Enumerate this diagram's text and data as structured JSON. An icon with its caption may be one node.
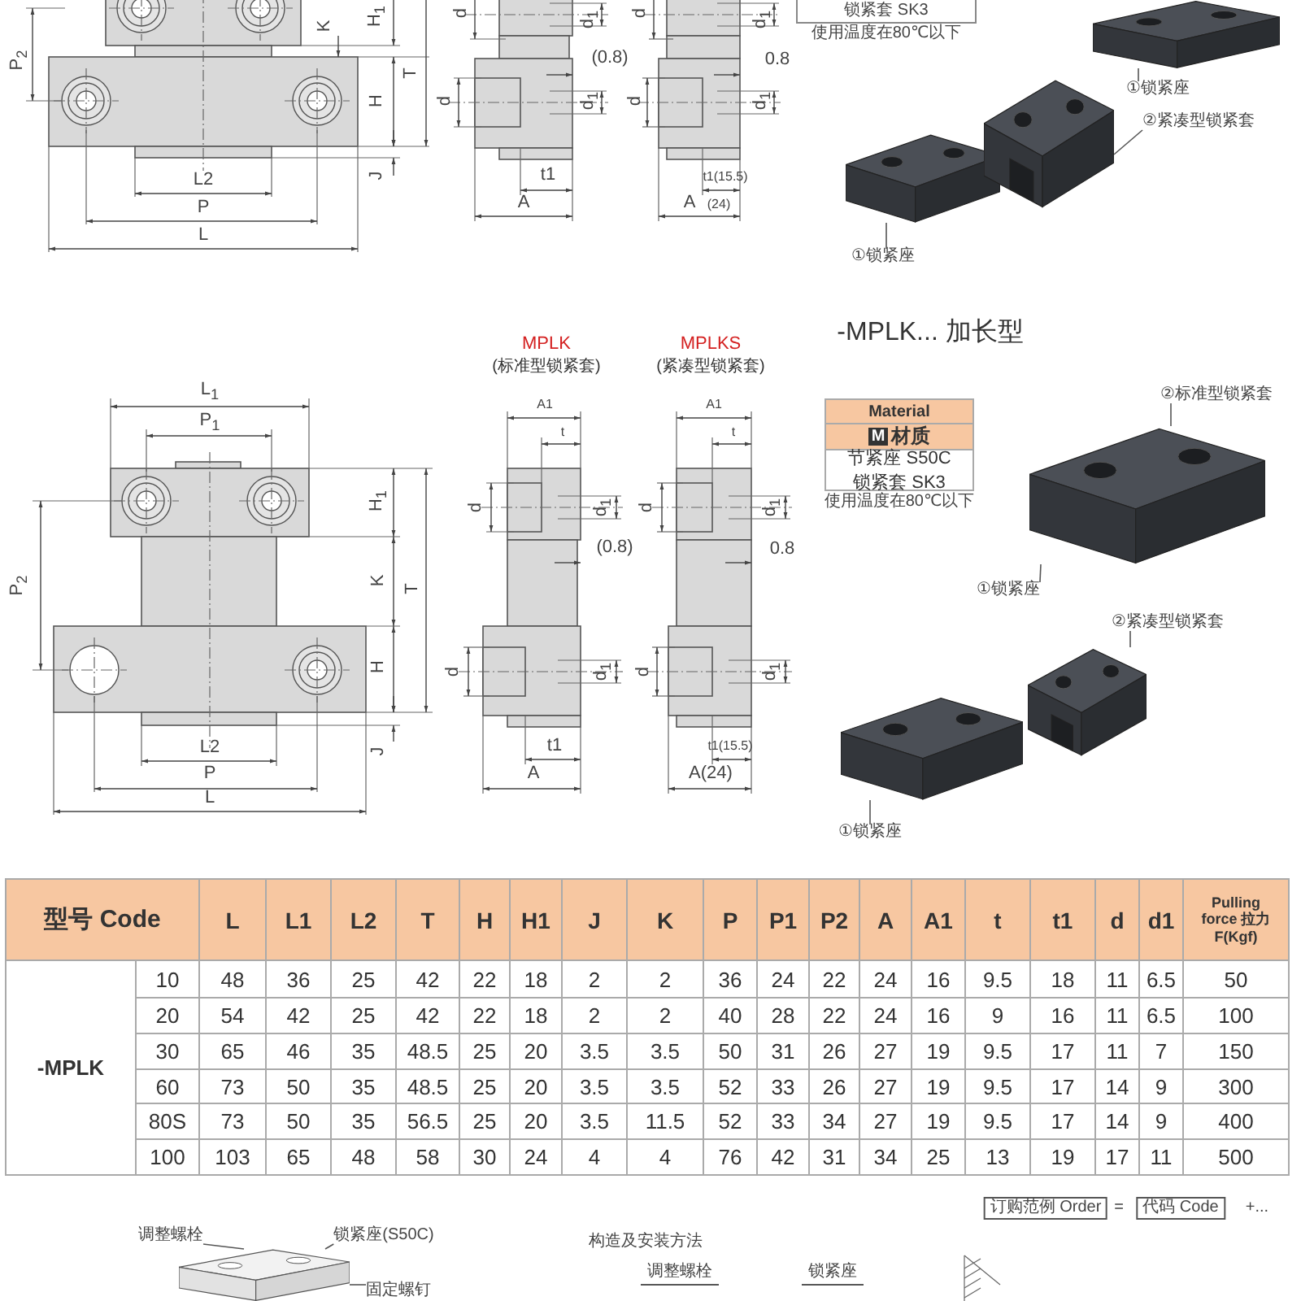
{
  "diagram": {
    "nodes": [
      {
        "text": [],
        "shape": "picture"
      },
      {
        "text": [
          "①锁紧座"
        ]
      },
      {
        "text": [],
        "shape": "picture"
      },
      {
        "text": [],
        "shape": "picture"
      },
      {
        "text": [
          "②紧凑型锁紧套"
        ]
      },
      {
        "text": [
          "①锁紧座"
        ]
      },
      {
        "text": [],
        "shape": "picture"
      },
      {
        "text": [
          "②标准型锁紧套"
        ]
      },
      {
        "text": [
          "①锁紧座"
        ]
      },
      {
        "text": [],
        "shape": "picture"
      },
      {
        "text": [],
        "shape": "picture"
      },
      {
        "text": [
          "②紧凑型锁紧套"
        ]
      },
      {
        "text": [
          "①锁紧座"
        ]
      },
      {
        "text": [],
        "shape": "picture"
      },
      {
        "text": [
          "调整螺栓"
        ]
      },
      {
        "text": [
          "锁紧座(S50C)"
        ]
      },
      {
        "text": [
          "固定螺钉"
        ]
      }
    ],
    "edges": [
      {
        "from": 1,
        "to": 0,
        "arrow": "none"
      },
      {
        "from": 4,
        "to": 3,
        "arrow": "none"
      },
      {
        "from": 5,
        "to": 2,
        "arrow": "none"
      },
      {
        "from": 7,
        "to": 6,
        "arrow": "none"
      },
      {
        "from": 8,
        "to": 6,
        "arrow": "none"
      },
      {
        "from": 11,
        "to": 10,
        "arrow": "none"
      },
      {
        "from": 12,
        "to": 9,
        "arrow": "none"
      },
      {
        "from": 14,
        "to": 13,
        "arrow": "none"
      },
      {
        "from": 15,
        "to": 13,
        "arrow": "none"
      },
      {
        "from": 16,
        "to": 13,
        "arrow": "none"
      }
    ],
    "labels": [
      "H$_{1}$",
      "K",
      "P$_{2}$",
      "T",
      "H",
      "J",
      "L2",
      "P",
      "L",
      "d",
      "d$_{1}$",
      "(0.8)",
      "d",
      "d$_{1}$",
      "t1",
      "A",
      "d",
      "d$_{1}$",
      "0.8",
      "d",
      "d$_{1}$",
      "t1(15.5)",
      "A",
      "(24)",
      "锁紧套 SK3",
      "使用温度在80℃以下",
      "-MPLK... 加长型",
      "MPLK",
      "(标准型锁紧套)",
      "MPLKS",
      "(紧凑型锁紧套)",
      "Material",
      "M",
      "材质",
      "节紧座 S50C",
      "锁紧套 SK3",
      "使用温度在80℃以下",
      "L$_{1}$",
      "P$_{1}$",
      "A1",
      "t",
      "A1",
      "t",
      "H$_{1}$",
      "d",
      "d$_{1}$",
      "d",
      "d$_{1}$",
      "(0.8)",
      "0.8",
      "P$_{2}$",
      "K",
      "T",
      "H",
      "d",
      "d$_{1}$",
      "d",
      "d$_{1}$",
      "J",
      "L2",
      "t1",
      "t1(15.5)",
      "P",
      "A",
      "A(24)",
      "L",
      "型号 Code",
      "L",
      "L1",
      "L2",
      "T",
      "H",
      "H1",
      "J",
      "K",
      "P",
      "P1",
      "P2",
      "A",
      "A1",
      "t",
      "t1",
      "d",
      "d1",
      "Pulling force 拉力 F(Kgf)",
      "-MPLK",
      "10",
      "48",
      "36",
      "25",
      "42",
      "22",
      "18",
      "2",
      "2",
      "36",
      "24",
      "22",
      "24",
      "16",
      "9.5",
      "18",
      "11",
      "6.5",
      "50",
      "20",
      "54",
      "42",
      "25",
      "42",
      "22",
      "18",
      "2",
      "2",
      "40",
      "28",
      "22",
      "24",
      "16",
      "9",
      "16",
      "11",
      "6.5",
      "100",
      "30",
      "65",
      "46",
      "35",
      "48.5",
      "25",
      "20",
      "3.5",
      "3.5",
      "50",
      "31",
      "26",
      "27",
      "19",
      "9.5",
      "17",
      "11",
      "7",
      "150",
      "60",
      "73",
      "50",
      "35",
      "48.5",
      "25",
      "20",
      "3.5",
      "3.5",
      "52",
      "33",
      "26",
      "27",
      "19",
      "9.5",
      "17",
      "14",
      "9",
      "300",
      "80S",
      "73",
      "50",
      "35",
      "56.5",
      "25",
      "20",
      "3.5",
      "11.5",
      "52",
      "33",
      "34",
      "27",
      "19",
      "9.5",
      "17",
      "14",
      "9",
      "400",
      "100",
      "103",
      "65",
      "48",
      "58",
      "30",
      "24",
      "4",
      "4",
      "76",
      "42",
      "31",
      "34",
      "25",
      "13",
      "19",
      "17",
      "11",
      "500",
      "订购范例 Order",
      "=",
      "代码 Code",
      "+...",
      "构造及安装方法",
      "调整螺栓",
      "锁紧座"
    ]
  }
}
